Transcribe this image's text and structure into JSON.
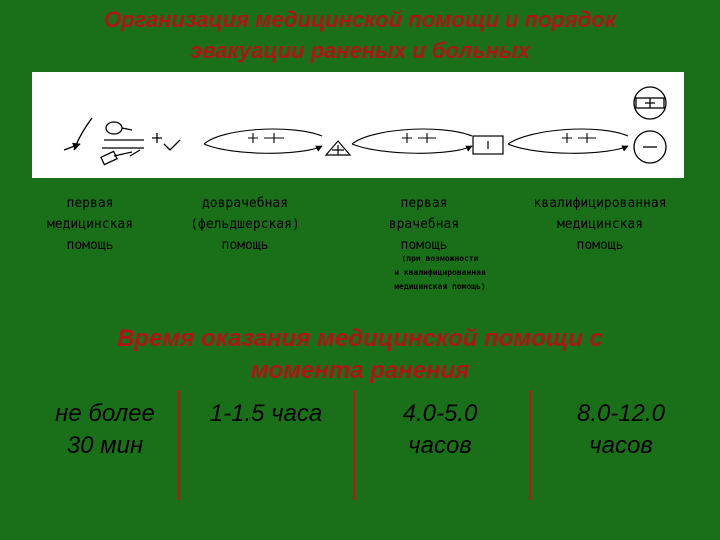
{
  "title_line1": "Организация медицинской помощи и порядок",
  "title_line2": "эвакуации раненых и больных",
  "stages": [
    {
      "line1": "первая",
      "line2": "медицинская",
      "line3": "помощь"
    },
    {
      "line1": "доврачебная",
      "line2": "(фельдшерская)",
      "line3": "помощь"
    },
    {
      "line1": "первая",
      "line2": "врачебная",
      "line3": "помощь"
    },
    {
      "line1": "квалифицированная",
      "line2": "медицинская",
      "line3": "помощь"
    }
  ],
  "note": {
    "line1": "(при возможности",
    "line2": "и квалифицированная",
    "line3": "медицинская помощь)"
  },
  "time_heading_line1": "Время оказания медицинской помощи с",
  "time_heading_line2": "момента ранения",
  "times": [
    {
      "line1": "не более",
      "line2": "30 мин"
    },
    {
      "line1": "1-1.5 часа",
      "line2": ""
    },
    {
      "line1": "4.0-5.0",
      "line2": "часов"
    },
    {
      "line1": "8.0-12.0",
      "line2": "часов"
    }
  ],
  "colors": {
    "background": "#1a7018",
    "heading_red": "#b01515",
    "divider_red": "#c01515"
  }
}
